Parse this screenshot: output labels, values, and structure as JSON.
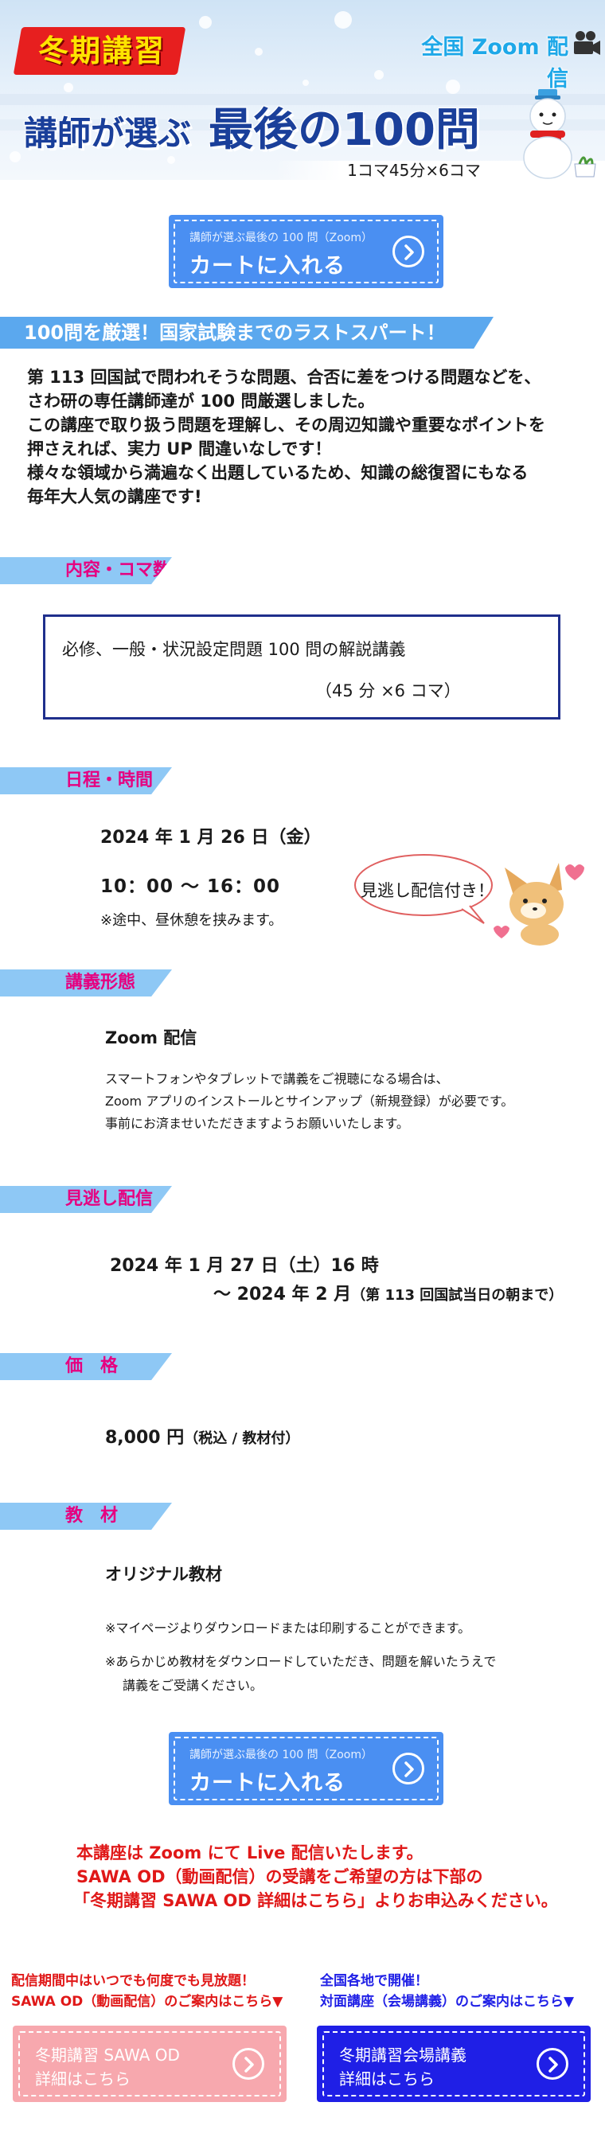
{
  "banner": {
    "season": "冬期講習",
    "zoom_tag": "全国 Zoom 配信",
    "title_sub": "講師が選ぶ",
    "title_main": "最後の100問",
    "koma": "1コマ45分×6コマ"
  },
  "cart": {
    "small": "講師が選ぶ最後の 100 問（Zoom）",
    "label": "カートに入れる"
  },
  "headline": "100問を厳選！国家試験までのラストスパート！",
  "intro": [
    "第 113 回国試で問われそうな問題、合否に差をつける問題などを、",
    "さわ研の専任講師達が 100 問厳選しました。",
    "この講座で取り扱う問題を理解し、その周辺知識や重要なポイントを",
    "押さえれば、実力 UP 間違いなしです！",
    "様々な領域から満遍なく出題しているため、知識の総復習にもなる",
    "毎年大人気の講座です!"
  ],
  "content": {
    "heading": "内容・コマ数",
    "line1": "必修、一般・状況設定問題 100 問の解説講義",
    "line2": "（45 分 ×6 コマ）"
  },
  "schedule": {
    "heading": "日程・時間",
    "date": "2024 年 1 月 26 日（金）",
    "time": "10：00 ～ 16：00",
    "note": "※途中、昼休憩を挟みます。",
    "bubble": "見逃し配信付き！"
  },
  "format": {
    "heading": "講義形態",
    "title": "Zoom 配信",
    "lines": [
      "スマートフォンやタブレットで講義をご視聴になる場合は、",
      "Zoom アプリのインストールとサインアップ（新規登録）が必要です。",
      "事前にお済ませいただきますようお願いいたします。"
    ]
  },
  "replay": {
    "heading": "見逃し配信",
    "line1": "2024 年 1 月 27 日（土）16 時",
    "line2": "～ 2024 年 2 月",
    "line2_note": "（第 113 回国試当日の朝まで）"
  },
  "price": {
    "heading": "価　格",
    "amount": "8,000 円",
    "note": "（税込 / 教材付）"
  },
  "material": {
    "heading": "教　材",
    "title": "オリジナル教材",
    "note1": "※マイページよりダウンロードまたは印刷することができます。",
    "note2a": "※あらかじめ教材をダウンロードしていただき、問題を解いたうえで",
    "note2b": "講義をご受講ください。"
  },
  "notice": [
    "本講座は Zoom にて Live 配信いたします。",
    "SAWA OD（動画配信）の受講をご希望の方は下部の",
    "「冬期講習 SAWA OD 詳細はこちら」よりお申込みください。"
  ],
  "footer": {
    "od_lead1": "配信期間中はいつでも何度でも見放題！",
    "od_lead2": "SAWA OD（動画配信）のご案内はこちら▼",
    "od_btn1": "冬期講習 SAWA OD",
    "od_btn2": "詳細はこちら",
    "venue_lead1": "全国各地で開催！",
    "venue_lead2": "対面講座（会場講義）のご案内はこちら▼",
    "venue_btn1": "冬期講習会場講義",
    "venue_btn2": "詳細はこちら"
  },
  "colors": {
    "heading_blue": "#5ba8ee",
    "sub_heading_blue": "#8ec8f5",
    "heading_pink_text": "#e60080",
    "cart_blue": "#4a8ff2",
    "od_pink": "#f7a8ae",
    "venue_blue": "#1f1fe6",
    "notice_red": "#e01818"
  }
}
